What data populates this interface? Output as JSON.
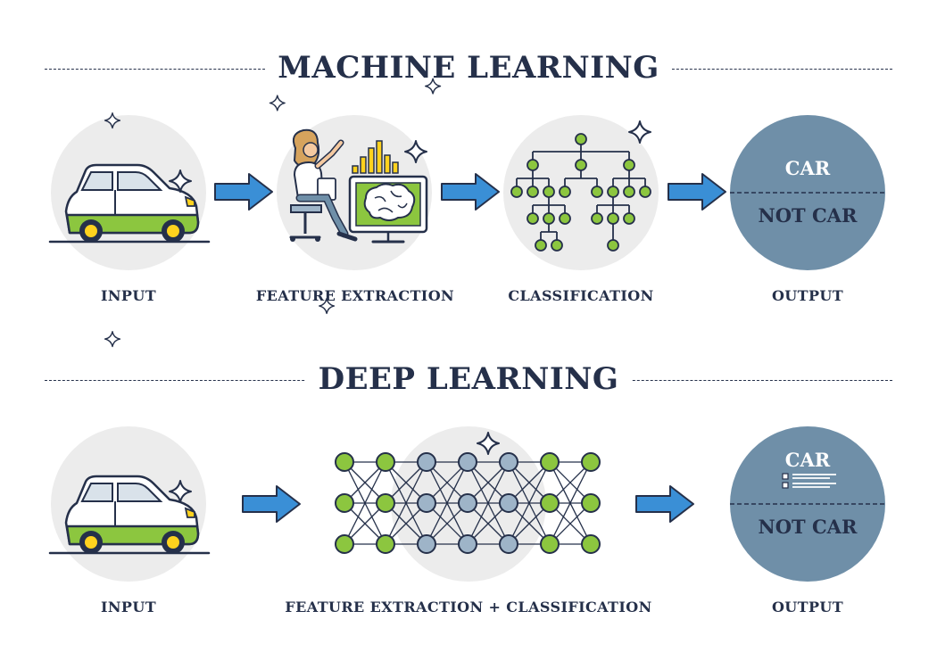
{
  "machine_learning": {
    "title": "MACHINE LEARNING",
    "steps": [
      "INPUT",
      "FEATURE EXTRACTION",
      "CLASSIFICATION",
      "OUTPUT"
    ],
    "output": {
      "positive": "CAR",
      "negative": "NOT CAR"
    }
  },
  "deep_learning": {
    "title": "DEEP LEARNING",
    "steps": [
      "INPUT",
      "FEATURE EXTRACTION + CLASSIFICATION",
      "OUTPUT"
    ],
    "output": {
      "positive": "CAR",
      "negative": "NOT CAR"
    }
  },
  "colors": {
    "ink": "#25304a",
    "accent_green": "#8cc63f",
    "arrow_blue": "#3a8fd6",
    "node_blue": "#9eb4c8",
    "output_circle": "#6f8fa8",
    "backdrop_gray": "#ececec"
  },
  "icons": [
    "car-icon",
    "sparkle-icon",
    "arrow-icon",
    "person-at-computer-icon",
    "brain-icon",
    "bar-chart-icon",
    "decision-tree-icon",
    "neural-network-icon",
    "list-icon"
  ]
}
